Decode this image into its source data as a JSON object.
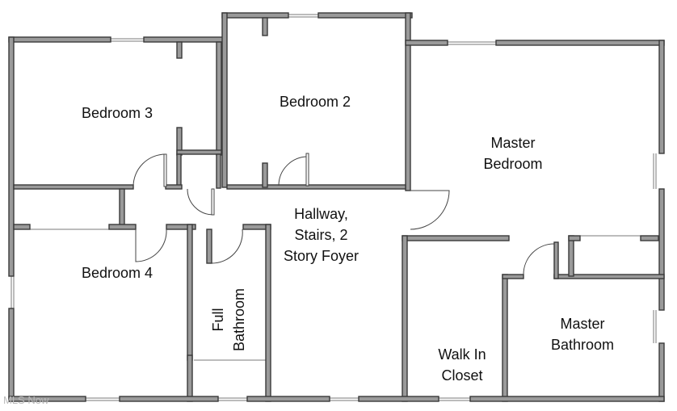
{
  "rooms": {
    "bedroom3": "Bedroom 3",
    "bedroom2": "Bedroom 2",
    "master_bedroom": "Master\nBedroom",
    "hallway": "Hallway,\nStairs, 2\nStory Foyer",
    "bedroom4": "Bedroom 4",
    "full_bathroom": "Full\nBathroom",
    "walk_in_closet": "Walk In\nCloset",
    "master_bathroom": "Master\nBathroom"
  },
  "watermark": "MLS Now"
}
